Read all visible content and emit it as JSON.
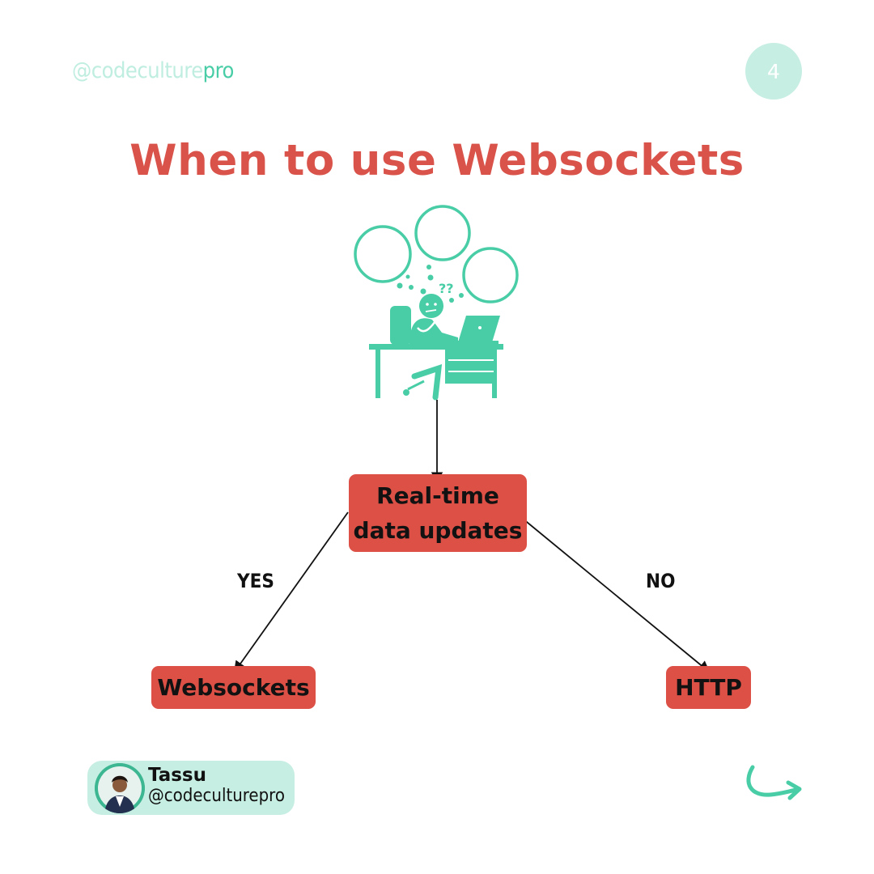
{
  "header": {
    "handle_prefix": "@codeculture",
    "handle_suffix": "pro",
    "page_number": "4"
  },
  "title": "When to use Websockets",
  "illustration": {
    "icon": "thinking-person-at-desk-icon",
    "thought_text": "??"
  },
  "diagram": {
    "question": {
      "line1": "Real-time",
      "line2": "data updates"
    },
    "yes_label": "YES",
    "no_label": "NO",
    "yes_result": "Websockets",
    "no_result": "HTTP"
  },
  "author": {
    "name": "Tassu",
    "handle": "@codeculturepro"
  },
  "navigation": {
    "next_icon": "curved-arrow-right-icon"
  },
  "colors": {
    "accent": "#d9534a",
    "node": "#dc5046",
    "mint": "#48cda6",
    "mint_light": "#c6eee2"
  }
}
